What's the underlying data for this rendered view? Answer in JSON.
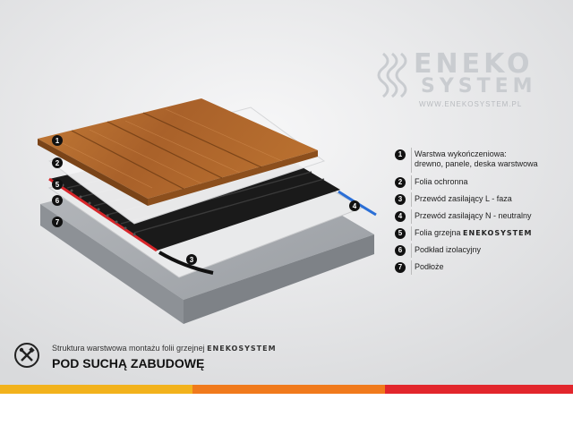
{
  "logo": {
    "line1": "ENEKO",
    "line2": "SYSTEM",
    "url": "WWW.ENEKOSYSTEM.PL"
  },
  "legend": [
    {
      "num": "1",
      "text": "Warstwa wykończeniowa:",
      "text2": "drewno, panele, deska warstwowa"
    },
    {
      "num": "2",
      "text": "Folia ochronna"
    },
    {
      "num": "3",
      "text": "Przewód zasilający L - faza"
    },
    {
      "num": "4",
      "text": "Przewód zasilający N - neutralny"
    },
    {
      "num": "5",
      "text": "Folia grzejna",
      "brand": "ENEKOSYSTEM"
    },
    {
      "num": "6",
      "text": "Podkład izolacyjny"
    },
    {
      "num": "7",
      "text": "Podłoże"
    }
  ],
  "callouts": [
    "1",
    "2",
    "5",
    "6",
    "7",
    "3",
    "4"
  ],
  "caption": {
    "line1": "Struktura warstwowa montażu folii grzejnej",
    "brand": "ENEKOSYSTEM",
    "line2": "POD SUCHĄ ZABUDOWĘ"
  },
  "colors": {
    "wood": "#b0692b",
    "wire_l": "#111111",
    "wire_n": "#2b6fd6",
    "red_edge": "#d8262a",
    "stripe_yellow": "#f2b21c",
    "stripe_orange": "#f07a1c",
    "stripe_red": "#e2262c"
  }
}
